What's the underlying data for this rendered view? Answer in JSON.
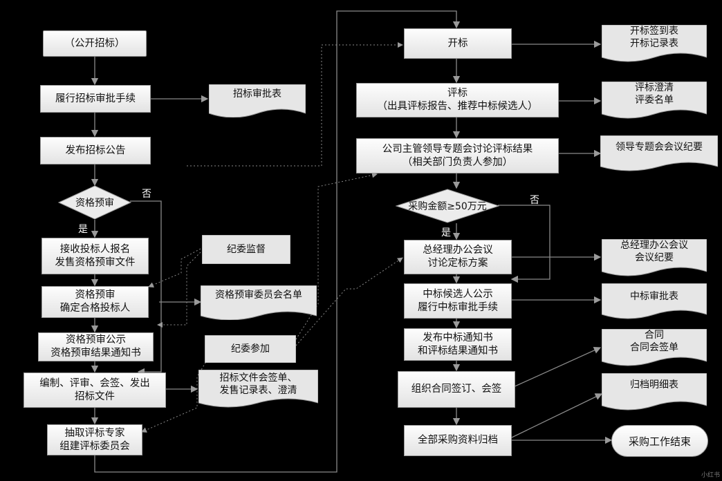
{
  "nodes": {
    "start": "（公开招标）",
    "approve": "履行招标审批手续",
    "announce": "发布招标公告",
    "prequal_q": "资格预审",
    "receive": "接收投标人报名\n发售资格预审文件",
    "prequal": "资格预审\n确定合格投标人",
    "prequal_pub": "资格预审公示\n资格预审结果通知书",
    "compile": "编制、评审、会签、发出\n招标文件",
    "experts": "抽取评标专家\n组建评标委员会",
    "open": "开标",
    "evaluate": "评标\n（出具评标报告、推荐中标候选人）",
    "leaders": "公司主管领导专题会讨论评标结果\n（相关部门负责人参加）",
    "amount_q": "采购金额≥50万元",
    "gm": "总经理办公会议\n讨论定标方案",
    "candidate": "中标候选人公示\n履行中标审批手续",
    "notice": "发布中标通知书\n和评标结果通知书",
    "contract": "组织合同签订、会签",
    "archive": "全部采购资料归档",
    "end": "采购工作结束"
  },
  "docs": {
    "approve_form": "招标审批表",
    "discipline_supervise": "纪委监督",
    "prequal_list": "资格预审委员会名单",
    "discipline_join": "纪委参加",
    "tender_docs": "招标文件会签单、\n发售记录表、澄清",
    "open_docs": "开标签到表\n开标记录表",
    "eval_docs": "评标澄清\n评委名单",
    "leader_minutes": "领导专题会会议纪要",
    "gm_minutes": "总经理办公会议\n会议纪要",
    "award_form": "中标审批表",
    "contract_docs": "合同\n合同会签单",
    "archive_list": "归档明细表"
  },
  "labels": {
    "no": "否",
    "yes": "是"
  },
  "watermark": "小红书"
}
